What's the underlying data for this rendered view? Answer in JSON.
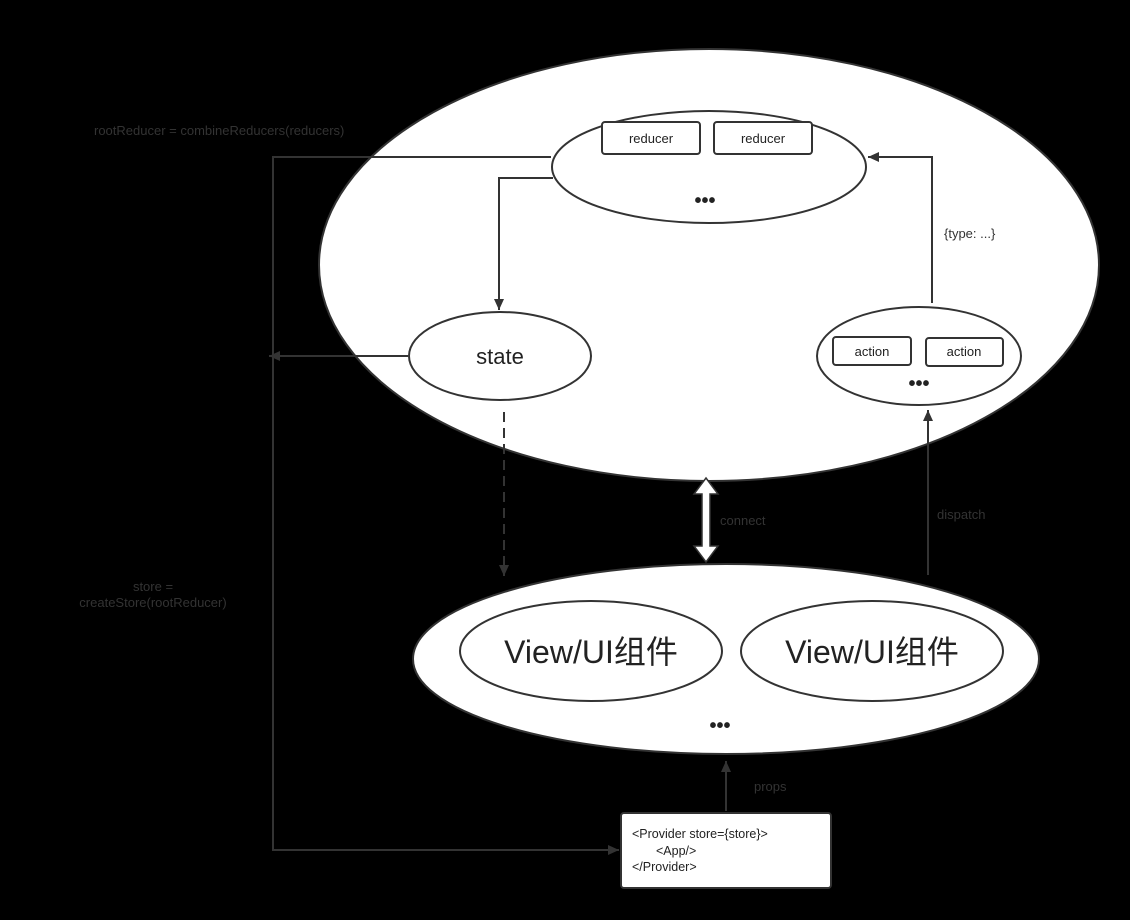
{
  "store": {
    "reducers": {
      "items": [
        "reducer",
        "reducer"
      ],
      "more": "•••"
    },
    "state_label": "state",
    "actions": {
      "items": [
        "action",
        "action"
      ],
      "more": "•••"
    },
    "action_type_label": "{type: ...}"
  },
  "view": {
    "components": [
      "View/UI组件",
      "View/UI组件"
    ],
    "more": "•••"
  },
  "labels": {
    "root_reducer": "rootReducer = combineReducers(reducers)",
    "store_line1": "store =",
    "store_line2": "createStore(rootReducer)",
    "connect": "connect",
    "dispatch": "dispatch",
    "props": "props"
  },
  "provider": {
    "lines": [
      "<Provider store={store}>",
      "<App/>",
      "</Provider>"
    ]
  }
}
